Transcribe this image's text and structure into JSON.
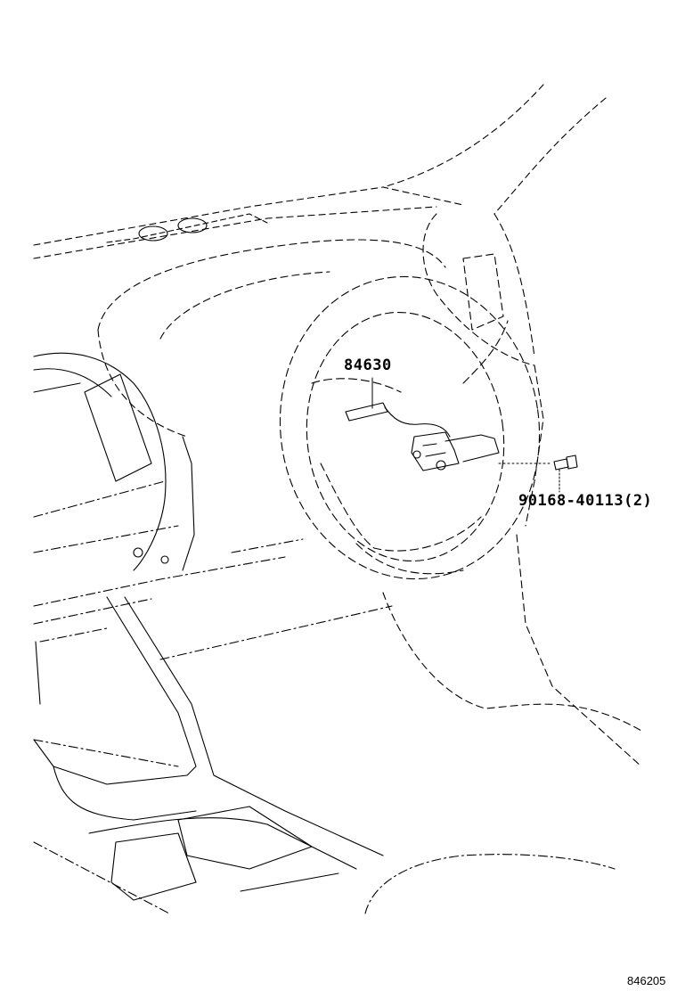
{
  "labels": {
    "switch_part": "84630",
    "screw_part": "90168-40113(2)",
    "figure_code": "846205"
  }
}
